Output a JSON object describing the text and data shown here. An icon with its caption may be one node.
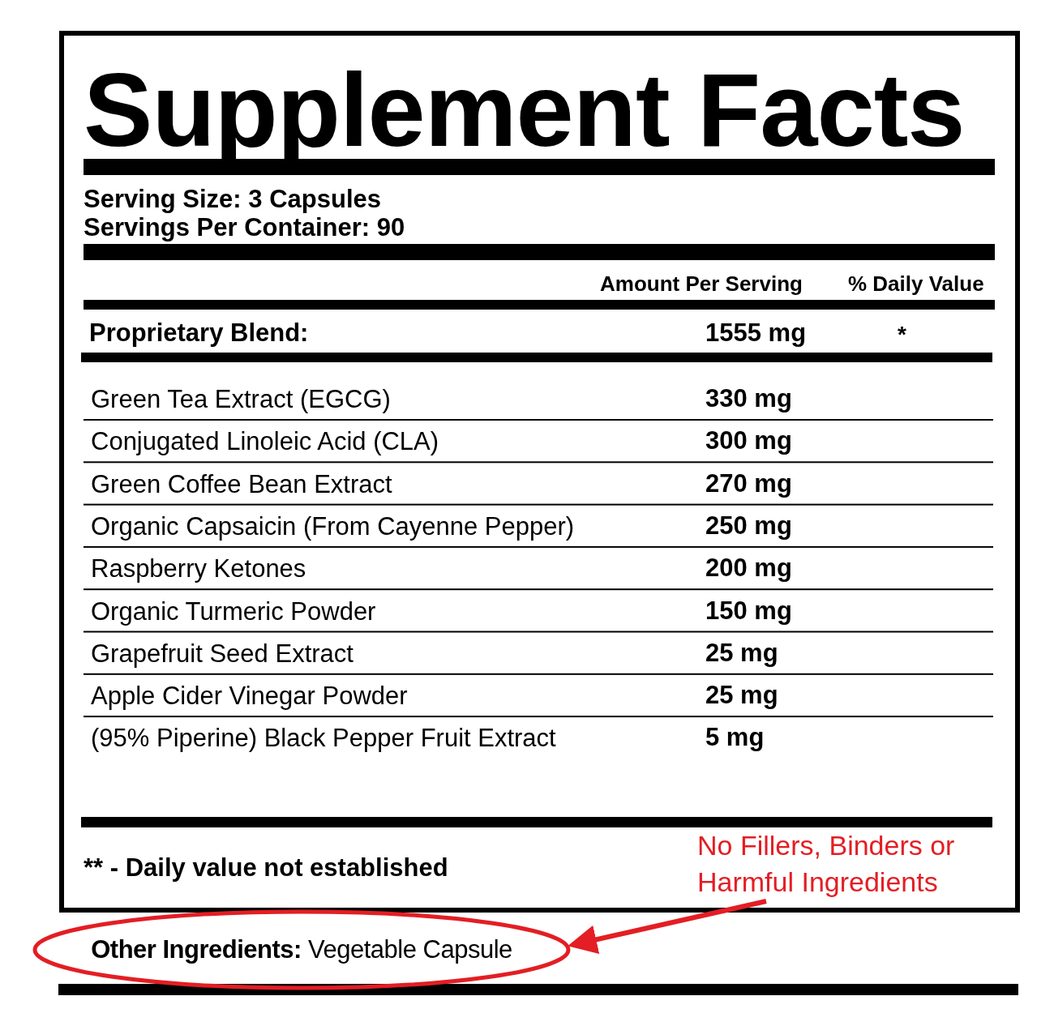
{
  "diagram": {
    "title": "Supplement Facts",
    "nodes": [
      {
        "text": [
          "No Fillers, Binders or Harmful Ingredients"
        ]
      },
      {
        "text": [
          "**Other Ingredients:** Vegetable Capsule"
        ]
      }
    ],
    "edges": [
      {
        "from": 0,
        "to": 1,
        "arrow": "to",
        "color": "#e31e24"
      }
    ],
    "labels": [
      "Serving Size: 3 Capsules",
      "Servings Per Container: 90",
      "Amount Per Serving",
      "% Daily Value",
      "Proprietary Blend:",
      "1555 mg",
      "*",
      "Green Tea Extract (EGCG)",
      "330 mg",
      "Conjugated Linoleic Acid (CLA)",
      "300 mg",
      "Green Coffee Bean Extract",
      "270 mg",
      "Organic Capsaicin (From Cayenne Pepper)",
      "250 mg",
      "Raspberry Ketones",
      "200 mg",
      "Organic Turmeric Powder",
      "150 mg",
      "Grapefruit Seed Extract",
      "25 mg",
      "Apple Cider Vinegar Powder",
      "25 mg",
      "(95% Piperine) Black Pepper Fruit Extract",
      "5 mg",
      "** - Daily value not established"
    ]
  }
}
